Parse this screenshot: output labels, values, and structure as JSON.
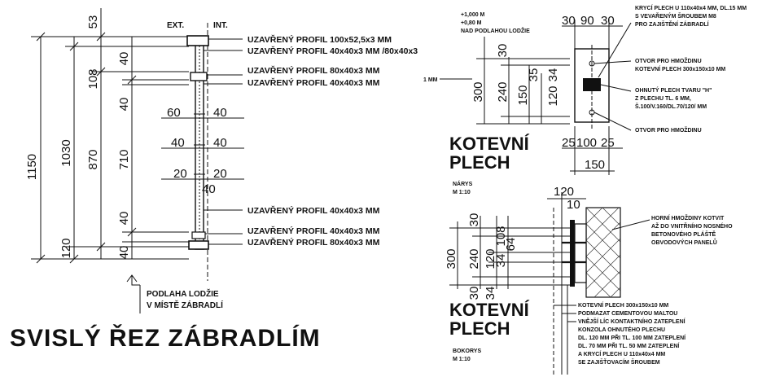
{
  "drawing": {
    "title_main": "SVISLÝ ŘEZ ZÁBRADLÍM",
    "ext_label": "EXT.",
    "int_label": "INT.",
    "floor_note_1": "PODLAHA LODŽIE",
    "floor_note_2": "V MÍSTĚ ZÁBRADLÍ"
  },
  "vertical_dims": {
    "d1150": "1150",
    "d1030": "1030",
    "d870": "870",
    "d710": "710",
    "d53": "53",
    "d40a": "40",
    "d108": "108",
    "d40b": "40",
    "d40c": "40",
    "d120": "120",
    "d40d": "40"
  },
  "post_dims": {
    "d60": "60",
    "d40r1": "40",
    "d40l": "40",
    "d40r2": "40",
    "d20l": "20",
    "d20r": "20",
    "d40m": "40"
  },
  "profiles": [
    "UZAVŘENÝ PROFIL 100x52,5x3 MM",
    "UZAVŘENÝ PROFIL 40x40x3 MM /80x40x3",
    "UZAVŘENÝ PROFIL 80x40x3 MM",
    "UZAVŘENÝ PROFIL 40x40x3 MM",
    "UZAVŘENÝ PROFIL 40x40x3 MM",
    "UZAVŘENÝ PROFIL 40x40x3 MM",
    "UZAVŘENÝ PROFIL 80x40x3 MM"
  ],
  "plate_top": {
    "level_1": "+1,000 M",
    "level_2": "+0,80 M",
    "level_3": "NAD PODLAHOU LODŽIE",
    "mm_label": "1 MM",
    "dims_v": [
      "300",
      "240",
      "150",
      "120",
      "30",
      "35",
      "34"
    ],
    "dims_top": [
      "30",
      "90",
      "30"
    ],
    "dims_bottom": [
      "25",
      "100",
      "25"
    ],
    "dim_150": "150",
    "title_1": "KOTEVNÍ",
    "title_2": "PLECH",
    "view": "NÁRYS",
    "scale": "M 1:10",
    "notes": [
      "KRYCÍ PLECH U 110x40x4 MM, DL.15 MM",
      "S VEVAŘENÝM ŠROUBEM M8",
      "PRO ZAJIŠTĚNÍ ZÁBRADLÍ",
      "OTVOR PRO HMOŽDINU",
      "KOTEVNÍ PLECH 300x150x10 MM",
      "OHNUTÝ PLECH TVARU \"H\"",
      "Z PLECHU TL. 6 MM,",
      "Š.100/V.160/DL.70/120/ MM",
      "OTVOR PRO HMOŽDINU"
    ]
  },
  "plate_bottom": {
    "dim_120": "120",
    "dim_10": "10",
    "dims_v": [
      "300",
      "240",
      "120",
      "108",
      "30",
      "30",
      "34",
      "34",
      "64"
    ],
    "title_1": "KOTEVNÍ",
    "title_2": "PLECH",
    "view": "BOKORYS",
    "scale": "M 1:10",
    "right_notes": [
      "HORNÍ HMOŽDINY KOTVIT",
      "AŽ DO VNITŘNÍHO NOSNÉHO",
      "BETONOVÉHO PLÁŠTĚ",
      "OBVODOVÝCH PANELŮ"
    ],
    "bottom_notes": [
      "KOTEVNÍ PLECH 300x150x10 MM",
      "PODMAZAT CEMENTOVOU MALTOU",
      "VNĚJŠÍ LÍC KONTAKTNÍHO ZATEPLENÍ",
      "KONZOLA OHNUTÉHO PLECHU",
      "DL. 120 MM PŘI TL. 100 MM ZATEPLENÍ",
      "DL. 70 MM PŘI TL. 50 MM ZATEPLENÍ",
      "A KRYCÍ PLECH U 110x40x4 MM",
      "SE ZAJIŠŤOVACÍM ŠROUBEM"
    ]
  }
}
